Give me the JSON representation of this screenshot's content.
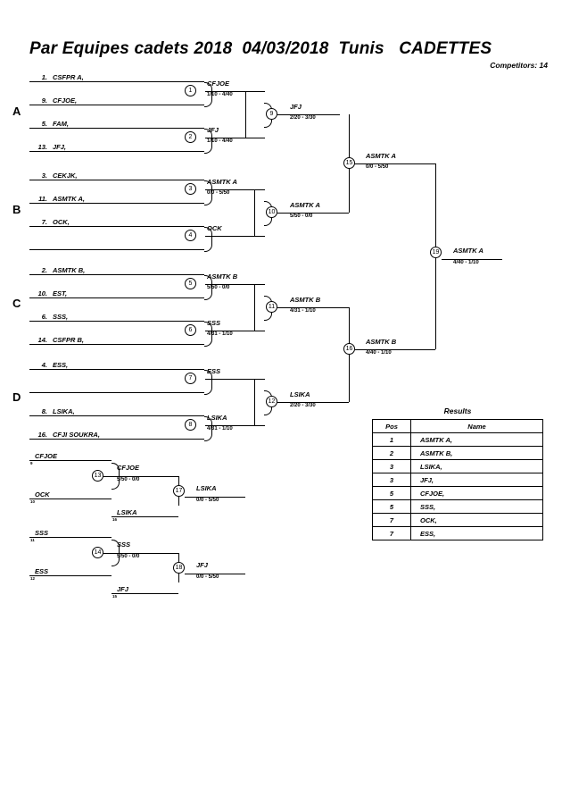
{
  "header": {
    "title": "Par Equipes cadets 2018  04/03/2018  Tunis   CADETTES",
    "competitors": "Competitors: 14"
  },
  "groups": [
    {
      "label": "A"
    },
    {
      "label": "B"
    },
    {
      "label": "C"
    },
    {
      "label": "D"
    }
  ],
  "entries": [
    {
      "seed": "1.",
      "name": "CSFPR A,"
    },
    {
      "seed": "9.",
      "name": "CFJOE,"
    },
    {
      "seed": "5.",
      "name": "FAM,"
    },
    {
      "seed": "13.",
      "name": "JFJ,"
    },
    {
      "seed": "3.",
      "name": "CEKJK,"
    },
    {
      "seed": "11.",
      "name": "ASMTK A,"
    },
    {
      "seed": "7.",
      "name": "OCK,"
    },
    {
      "seed": "",
      "name": ""
    },
    {
      "seed": "2.",
      "name": "ASMTK B,"
    },
    {
      "seed": "10.",
      "name": "EST,"
    },
    {
      "seed": "6.",
      "name": "SSS,"
    },
    {
      "seed": "14.",
      "name": "CSFPR B,"
    },
    {
      "seed": "4.",
      "name": "ESS,"
    },
    {
      "seed": "",
      "name": ""
    },
    {
      "seed": "8.",
      "name": "LSIKA,"
    },
    {
      "seed": "16.",
      "name": "CFJI SOUKRA,"
    }
  ],
  "matches": {
    "m1": {
      "num": "1",
      "winner": "CFJOE",
      "score": "1/10 - 4/40"
    },
    "m2": {
      "num": "2",
      "winner": "JFJ",
      "score": "1/10 - 4/40"
    },
    "m3": {
      "num": "3",
      "winner": "ASMTK A",
      "score": "0/0 - 5/50"
    },
    "m4": {
      "num": "4",
      "winner": "OCK",
      "score": ""
    },
    "m5": {
      "num": "5",
      "winner": "ASMTK B",
      "score": "5/50 - 0/0"
    },
    "m6": {
      "num": "6",
      "winner": "SSS",
      "score": "4/31 - 1/10"
    },
    "m7": {
      "num": "7",
      "winner": "ESS",
      "score": ""
    },
    "m8": {
      "num": "8",
      "winner": "LSIKA",
      "score": "4/31 - 1/10"
    },
    "m9": {
      "num": "9",
      "winner": "JFJ",
      "score": "2/20 - 3/30"
    },
    "m10": {
      "num": "10",
      "winner": "ASMTK A",
      "score": "5/50 - 0/0"
    },
    "m11": {
      "num": "11",
      "winner": "ASMTK B",
      "score": "4/31 - 1/10"
    },
    "m12": {
      "num": "12",
      "winner": "LSIKA",
      "score": "2/20 - 3/30"
    },
    "m13": {
      "num": "13",
      "winner": "CFJOE",
      "score": "5/50 - 0/0"
    },
    "m14": {
      "num": "14",
      "winner": "SSS",
      "score": "5/50 - 0/0"
    },
    "m15": {
      "num": "15",
      "winner": "ASMTK A",
      "score": "0/0 - 5/50"
    },
    "m16": {
      "num": "16",
      "winner": "ASMTK B",
      "score": "4/40 - 1/10"
    },
    "m17": {
      "num": "17",
      "winner": "LSIKA",
      "score": "0/0 - 5/50"
    },
    "m18": {
      "num": "18",
      "winner": "JFJ",
      "score": "0/0 - 5/50"
    },
    "m19": {
      "num": "19",
      "winner": "ASMTK A",
      "score": "4/40 - 1/10"
    }
  },
  "consolation_feeds": [
    {
      "name": "CFJOE",
      "num": "9"
    },
    {
      "name": "OCK",
      "num": "10"
    },
    {
      "name": "LSIKA",
      "num": "16"
    },
    {
      "name": "SSS",
      "num": "11"
    },
    {
      "name": "ESS",
      "num": "12"
    },
    {
      "name": "JFJ",
      "num": "15"
    }
  ],
  "results": {
    "title": "Results",
    "columns": {
      "pos": "Pos",
      "name": "Name"
    },
    "rows": [
      {
        "pos": "1",
        "name": "ASMTK A,"
      },
      {
        "pos": "2",
        "name": "ASMTK B,"
      },
      {
        "pos": "3",
        "name": "LSIKA,"
      },
      {
        "pos": "3",
        "name": "JFJ,"
      },
      {
        "pos": "5",
        "name": "CFJOE,"
      },
      {
        "pos": "5",
        "name": "SSS,"
      },
      {
        "pos": "7",
        "name": "OCK,"
      },
      {
        "pos": "7",
        "name": "ESS,"
      }
    ]
  }
}
